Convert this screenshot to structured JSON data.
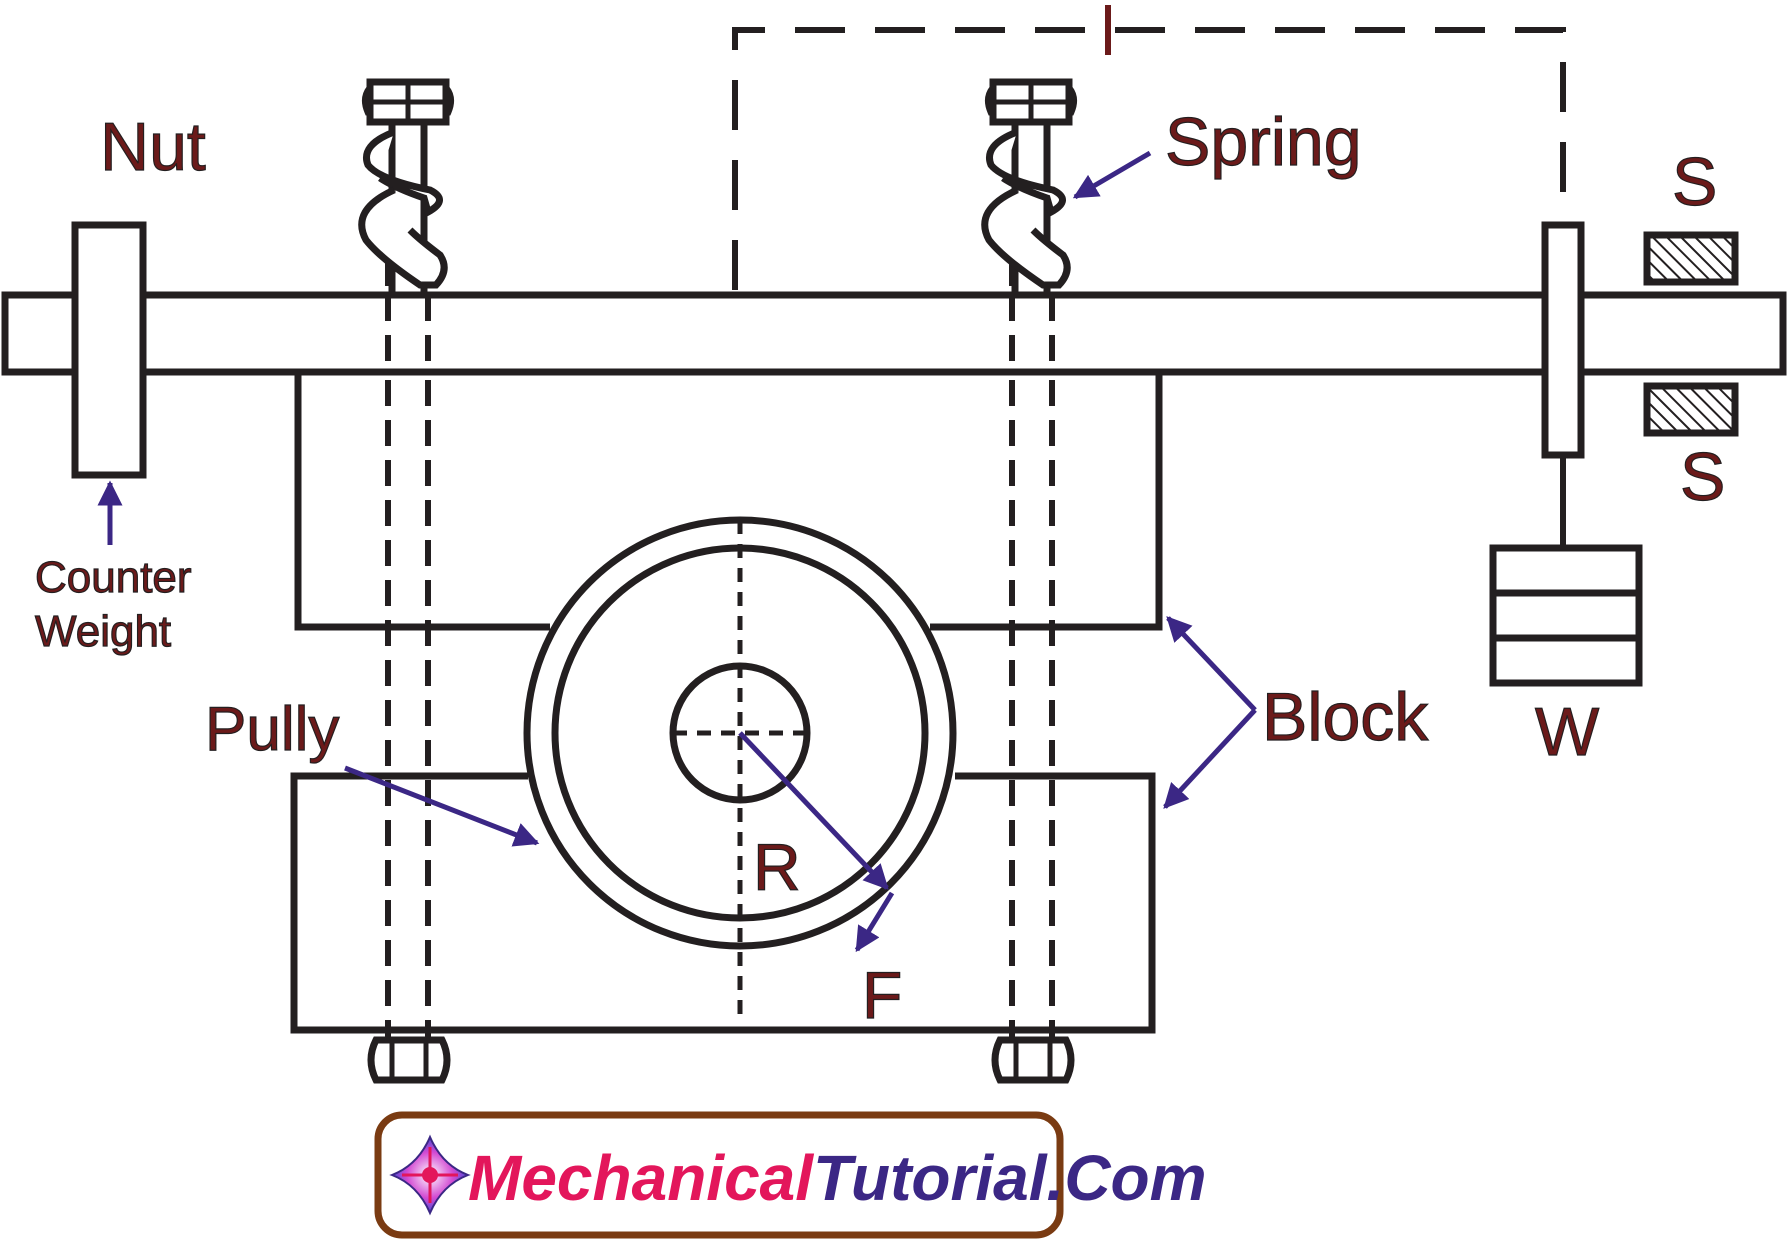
{
  "labels": {
    "nut": "Nut",
    "spring": "Spring",
    "counter_weight_line1": "Counter",
    "counter_weight_line2": "Weight",
    "s_top": "S",
    "s_bottom": "S",
    "block": "Block",
    "w": "W",
    "pully": "Pully",
    "r": "R",
    "f": "F"
  },
  "watermark": {
    "part1": "Mechanical",
    "part2": "Tutorial.Com",
    "icon": "flower-logo-icon"
  },
  "colors": {
    "line": "#231f20",
    "label": "#6b1a1a",
    "arrow": "#3b2785",
    "watermark_red": "#e3165b",
    "watermark_blue": "#3b2785",
    "watermark_border": "#7a3b12"
  }
}
